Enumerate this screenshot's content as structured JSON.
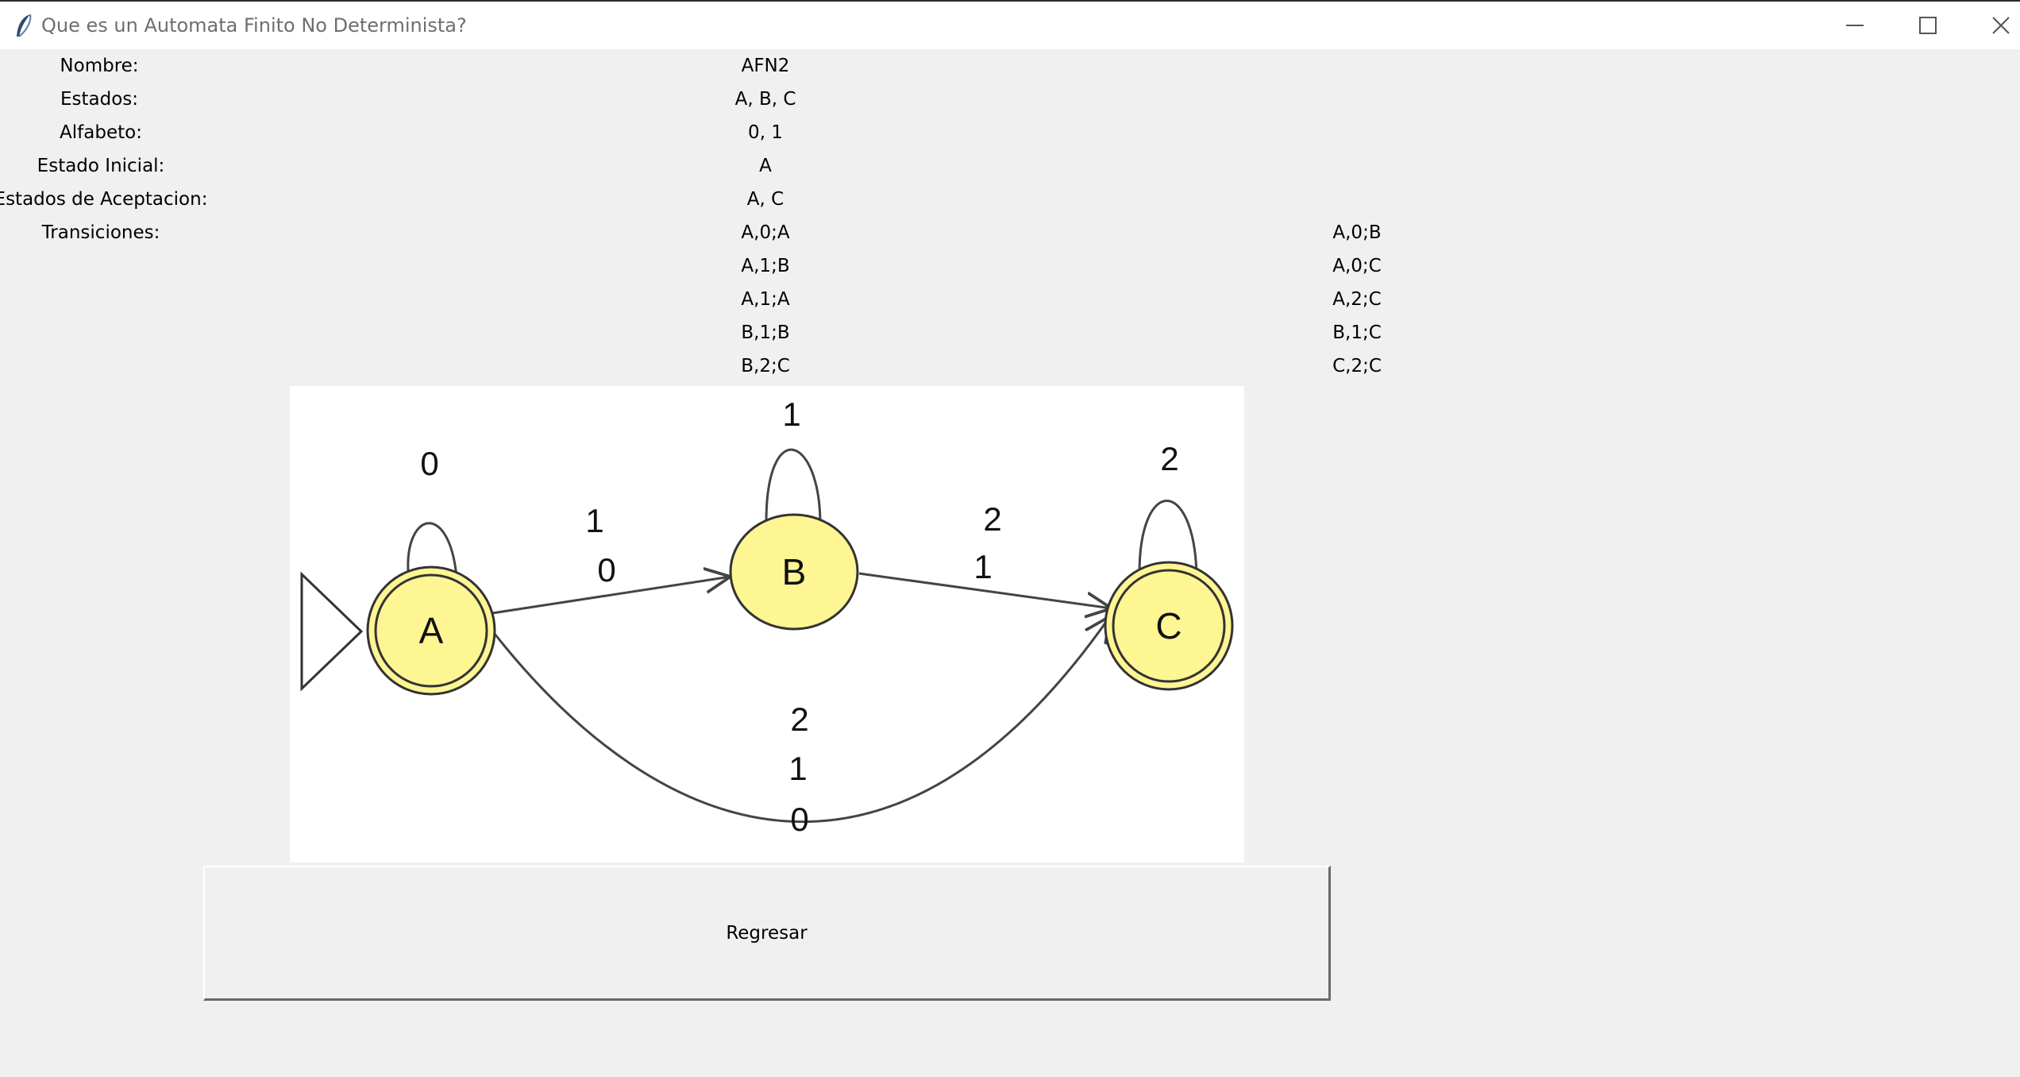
{
  "window": {
    "title": "Que es un Automata Finito No Determinista?",
    "app_icon": "feather-icon",
    "controls": [
      "minimize-icon",
      "maximize-icon",
      "close-icon"
    ]
  },
  "fields": {
    "nombre": {
      "label": "Nombre:",
      "value": "AFN2"
    },
    "estados": {
      "label": "Estados:",
      "value": "A, B, C"
    },
    "alfabeto": {
      "label": "Alfabeto:",
      "value": "0, 1"
    },
    "estado_inicial": {
      "label": "Estado Inicial:",
      "value": "A"
    },
    "estados_aceptacion": {
      "label": "Estados de Aceptacion:",
      "value": "A, C"
    },
    "transiciones": {
      "label": "Transiciones:",
      "col1": [
        "A,0;A",
        "A,1;B",
        "A,1;A",
        "B,1;B",
        "B,2;C"
      ],
      "col2": [
        "A,0;B",
        "A,0;C",
        "A,2;C",
        "B,1;C",
        "C,2;C"
      ]
    }
  },
  "diagram": {
    "states": [
      "A",
      "B",
      "C"
    ],
    "initial": "A",
    "accepting": [
      "A",
      "C"
    ],
    "state_fill": "#fef593",
    "edge_labels": {
      "A_loop": "0",
      "B_loop": "1",
      "C_loop": "2",
      "A_B": [
        "1",
        "0"
      ],
      "B_C": [
        "2",
        "1"
      ],
      "A_C": [
        "2",
        "1",
        "0"
      ]
    }
  },
  "buttons": {
    "regresar": "Regresar"
  }
}
